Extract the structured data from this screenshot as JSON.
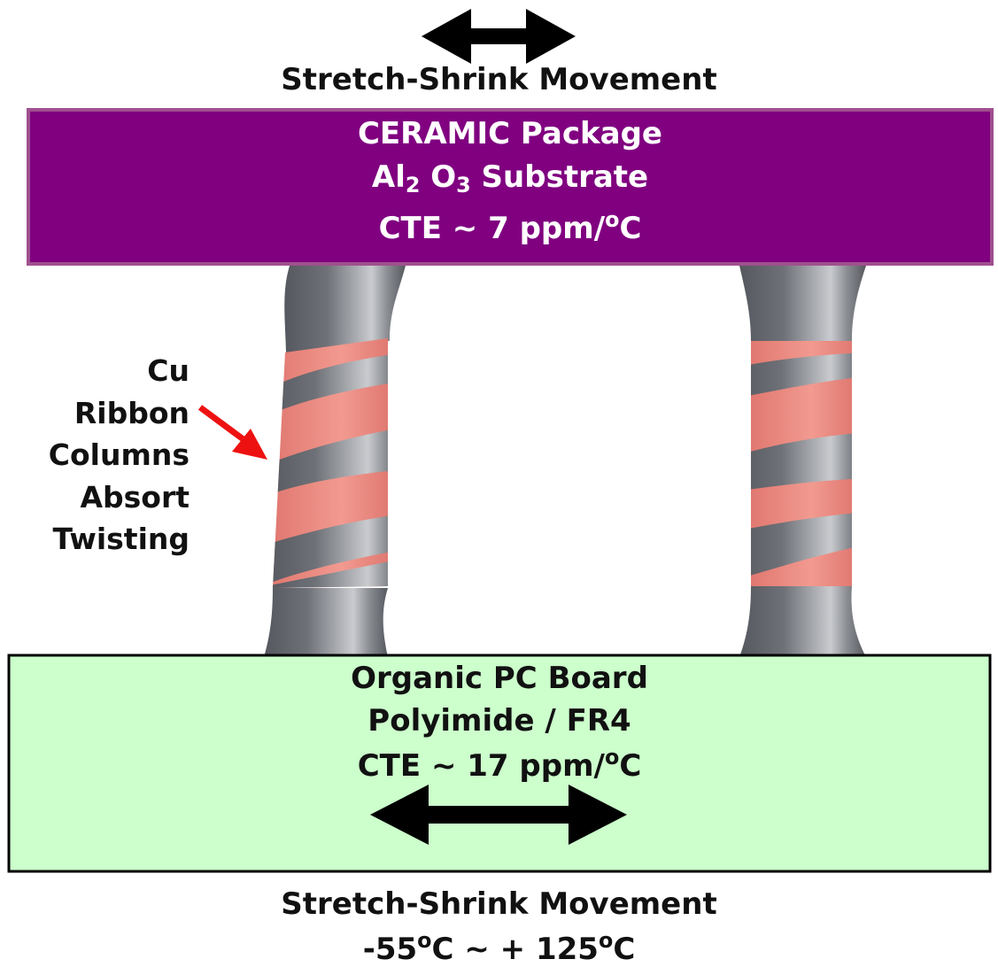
{
  "top_caption": "Stretch-Shrink Movement",
  "ceramic_package": {
    "line1": "CERAMIC Package",
    "line2_al": "Al",
    "line2_al_sub": "2",
    "line2_o": " O",
    "line2_o_sub": "3",
    "line2_rest": " Substrate",
    "line3_pre": "CTE ~ 7 ppm/",
    "line3_sup": "o",
    "line3_post": "C",
    "color": "#800080"
  },
  "side_label": {
    "line1": "Cu",
    "line2": "Ribbon",
    "line3": "Columns",
    "line4": "Absort",
    "line5": "Twisting"
  },
  "pc_board": {
    "line1": "Organic PC Board",
    "line2": "Polyimide / FR4",
    "line3_pre": "CTE ~ 17 ppm/",
    "line3_sup": "o",
    "line3_post": "C",
    "color": "#ccffcc"
  },
  "bottom_caption": {
    "line1": "Stretch-Shrink Movement",
    "line2_a": "-55",
    "line2_sup1": "o",
    "line2_b": "C ~ + 125",
    "line2_sup2": "o",
    "line2_c": "C"
  },
  "colors": {
    "column_gray": "#6a6d73",
    "ribbon_copper": "#e8877f",
    "arrow_red": "#ee1111"
  },
  "icons": [
    "double-headed-arrow",
    "red-pointer-arrow"
  ]
}
